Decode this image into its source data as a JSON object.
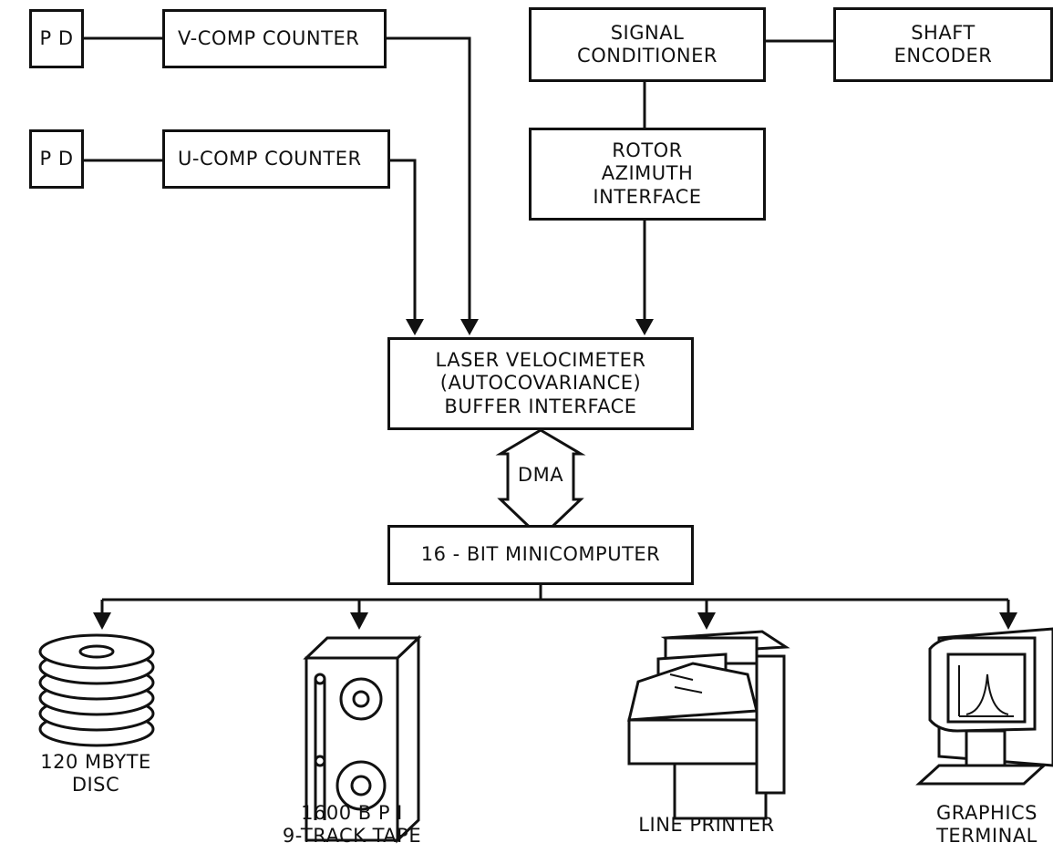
{
  "diagram": {
    "pd_v": "P D",
    "pd_u": "P D",
    "v_counter": "V-COMP COUNTER",
    "u_counter": "U-COMP COUNTER",
    "signal_conditioner": "SIGNAL\nCONDITIONER",
    "shaft_encoder": "SHAFT\nENCODER",
    "rotor_interface": "ROTOR\nAZIMUTH\nINTERFACE",
    "lv_buffer": "LASER VELOCIMETER\n(AUTOCOVARIANCE)\nBUFFER INTERFACE",
    "dma": "DMA",
    "minicomputer": "16 - BIT MINICOMPUTER",
    "disc_label": "120 MBYTE\nDISC",
    "tape_label": "1600 B P I\n9-TRACK TAPE",
    "printer_label": "LINE PRINTER",
    "terminal_label": "GRAPHICS\nTERMINAL"
  }
}
